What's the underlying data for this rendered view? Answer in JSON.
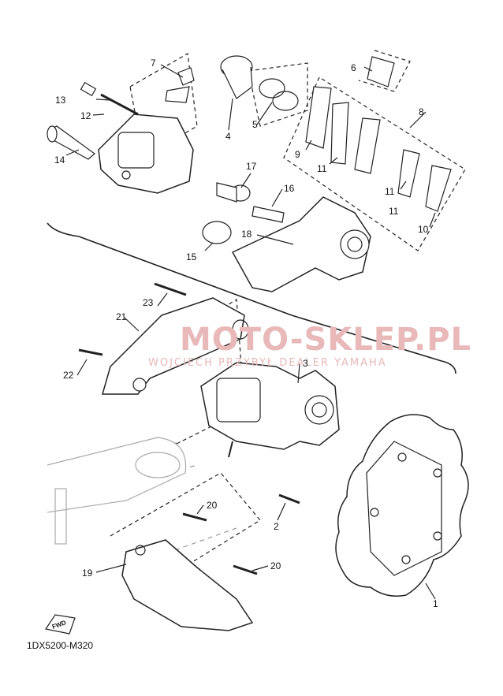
{
  "diagram_code": "1DX5200-M320",
  "watermark": {
    "main": "MOTO-SKLEP.PL",
    "sub": "WOJCIECH PRZYBYŁ DEALER YAMAHA"
  },
  "fwd_label": "FWD",
  "labels": {
    "l1": "1",
    "l2": "2",
    "l3": "3",
    "l4": "4",
    "l5": "5",
    "l6": "6",
    "l7": "7",
    "l8": "8",
    "l9": "9",
    "l10": "10",
    "l11a": "11",
    "l11b": "11",
    "l11c": "11",
    "l12": "12",
    "l13": "13",
    "l14": "14",
    "l15": "15",
    "l16": "16",
    "l17": "17",
    "l18": "18",
    "l19": "19",
    "l20a": "20",
    "l20b": "20",
    "l21": "21",
    "l22": "22",
    "l23": "23"
  },
  "colors": {
    "line": "#222222",
    "watermark": "#e9b8b8"
  }
}
